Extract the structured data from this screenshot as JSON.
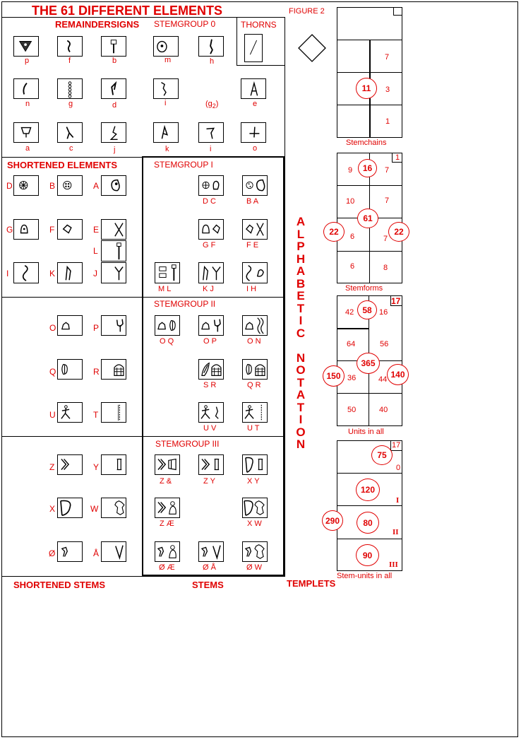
{
  "title": "THE 61 DIFFERENT ELEMENTS",
  "figure": "FIGURE 2",
  "remainders": {
    "header": "REMAINDERSIGNS",
    "stemgroup": "STEMGROUP 0",
    "thorns": "THORNS",
    "labels": [
      "p",
      "f",
      "b",
      "m",
      "h",
      "n",
      "g",
      "d",
      "i",
      "e",
      "a",
      "c",
      "j",
      "k",
      "i",
      "o"
    ],
    "g2": "(g",
    "g2sub": "2",
    "g2close": ")"
  },
  "shortened_elements": {
    "header": "SHORTENED ELEMENTS",
    "labels": [
      "D",
      "B",
      "A",
      "G",
      "F",
      "E",
      "L",
      "I",
      "K",
      "J"
    ]
  },
  "stemgroup1": {
    "title": "STEMGROUP I",
    "labels": [
      "D  C",
      "B  A",
      "G  F",
      "F  E",
      "M  L",
      "K  J",
      "I  H"
    ]
  },
  "stemgroup2": {
    "title": "STEMGROUP II",
    "left_labels": [
      "O",
      "P",
      "Q",
      "R",
      "U",
      "T"
    ],
    "labels": [
      "O  Q",
      "O  P",
      "O  N",
      "S  R",
      "Q  R",
      "U  V",
      "U  T"
    ]
  },
  "stemgroup3": {
    "title": "STEMGROUP III",
    "left_labels": [
      "Z",
      "Y",
      "X",
      "W",
      "Ø",
      "Å"
    ],
    "labels": [
      "Z  &",
      "Z  Y",
      "X  Y",
      "Z  Æ",
      "X  W",
      "Ø  Æ",
      "Ø  Å",
      "Ø  W"
    ]
  },
  "alphabetic": "ALPHABETIC NOTATION",
  "footer": {
    "shortened_stems": "SHORTENED STEMS",
    "stems": "STEMS",
    "templets": "TEMPLETS"
  },
  "templet1": {
    "caption": "Stemchains",
    "numbers": [
      "7",
      "3",
      "1"
    ],
    "circle": "11"
  },
  "templet2": {
    "caption": "Stemforms",
    "corner": "1",
    "numbers": [
      "9",
      "7",
      "10",
      "7",
      "6",
      "7",
      "6",
      "8"
    ],
    "circles": [
      "16",
      "61",
      "22",
      "22"
    ]
  },
  "templet3": {
    "caption": "Units in all",
    "corner": "17",
    "numbers": [
      "42",
      "16",
      "64",
      "56",
      "36",
      "44",
      "50",
      "40"
    ],
    "circles": [
      "58",
      "365",
      "150",
      "140"
    ]
  },
  "templet4": {
    "caption": "Stem-units in all",
    "corner": "17",
    "row_labels": [
      "0",
      "I",
      "II",
      "III"
    ],
    "circles": [
      "75",
      "120",
      "80",
      "90",
      "290"
    ]
  }
}
